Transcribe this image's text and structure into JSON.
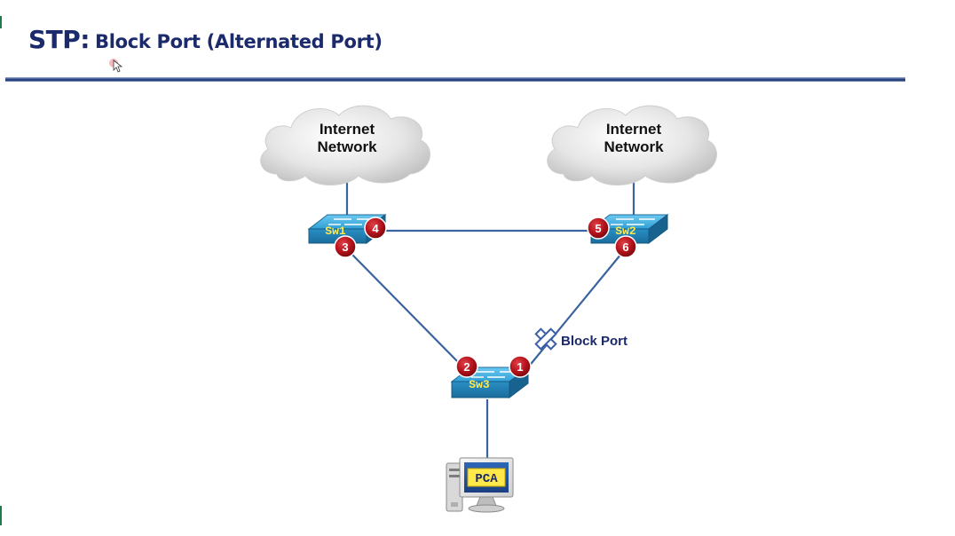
{
  "header": {
    "title": "STP:",
    "subtitle": "Block Port (Alternated Port)"
  },
  "clouds": [
    {
      "line1": "Internet",
      "line2": "Network"
    },
    {
      "line1": "Internet",
      "line2": "Network"
    }
  ],
  "switches": [
    {
      "label": "Sw1"
    },
    {
      "label": "Sw2"
    },
    {
      "label": "Sw3"
    }
  ],
  "ports": [
    "1",
    "2",
    "3",
    "4",
    "5",
    "6"
  ],
  "block_port_label": "Block Port",
  "pc_label": "PCA",
  "colors": {
    "title": "#1b2a6b",
    "link": "#3a63a0",
    "port_badge": "#b5121b",
    "switch_body": "#2f9fd6",
    "block_marker": "#3a5fa8"
  }
}
